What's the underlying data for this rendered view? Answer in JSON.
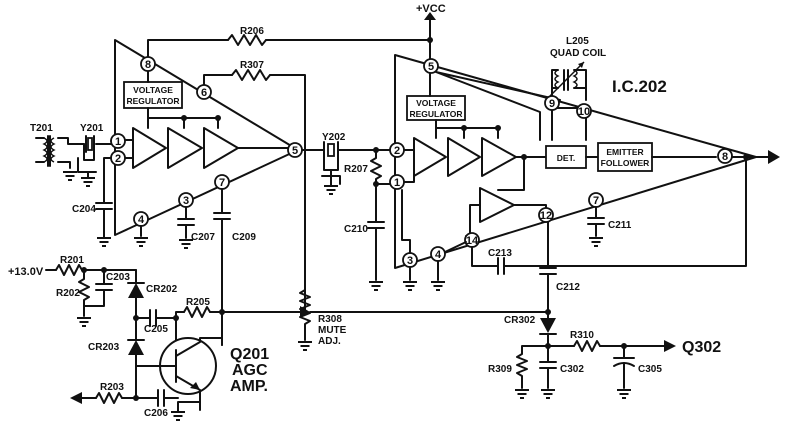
{
  "supply": {
    "vcc": "+VCC",
    "v13": "+13.0V"
  },
  "ic": {
    "name": "I.C.202"
  },
  "blocks": {
    "vreg1_l1": "VOLTAGE",
    "vreg1_l2": "REGULATOR",
    "vreg2_l1": "VOLTAGE",
    "vreg2_l2": "REGULATOR",
    "det": "DET.",
    "ef_l1": "EMITTER",
    "ef_l2": "FOLLOWER"
  },
  "coil": {
    "name": "L205",
    "desc": "QUAD COIL"
  },
  "components": {
    "T201": "T201",
    "Y201": "Y201",
    "Y202": "Y202",
    "R201": "R201",
    "R202": "R202",
    "R203": "R203",
    "R205": "R205",
    "R206": "R206",
    "R207": "R207",
    "R307": "R307",
    "R308_1": "R308",
    "R308_2": "MUTE",
    "R308_3": "ADJ.",
    "R309": "R309",
    "R310": "R310",
    "C203": "C203",
    "C204": "C204",
    "C205": "C205",
    "C206": "C206",
    "C207": "C207",
    "C209": "C209",
    "C210": "C210",
    "C211": "C211",
    "C212": "C212",
    "C213": "C213",
    "C302": "C302",
    "C305": "C305",
    "CR202": "CR202",
    "CR203": "CR203",
    "CR302": "CR302",
    "Q201_1": "Q201",
    "Q201_2": "AGC",
    "Q201_3": "AMP.",
    "Q302": "Q302"
  },
  "pins": {
    "a1": "1",
    "a2": "2",
    "a3": "3",
    "a4": "4",
    "a5": "5",
    "a6": "6",
    "a7": "7",
    "a8": "8",
    "b1": "1",
    "b2": "2",
    "b3": "3",
    "b4": "4",
    "b5": "5",
    "b7": "7",
    "b8": "8",
    "b9": "9",
    "b10": "10",
    "b12": "12",
    "b14": "14"
  }
}
